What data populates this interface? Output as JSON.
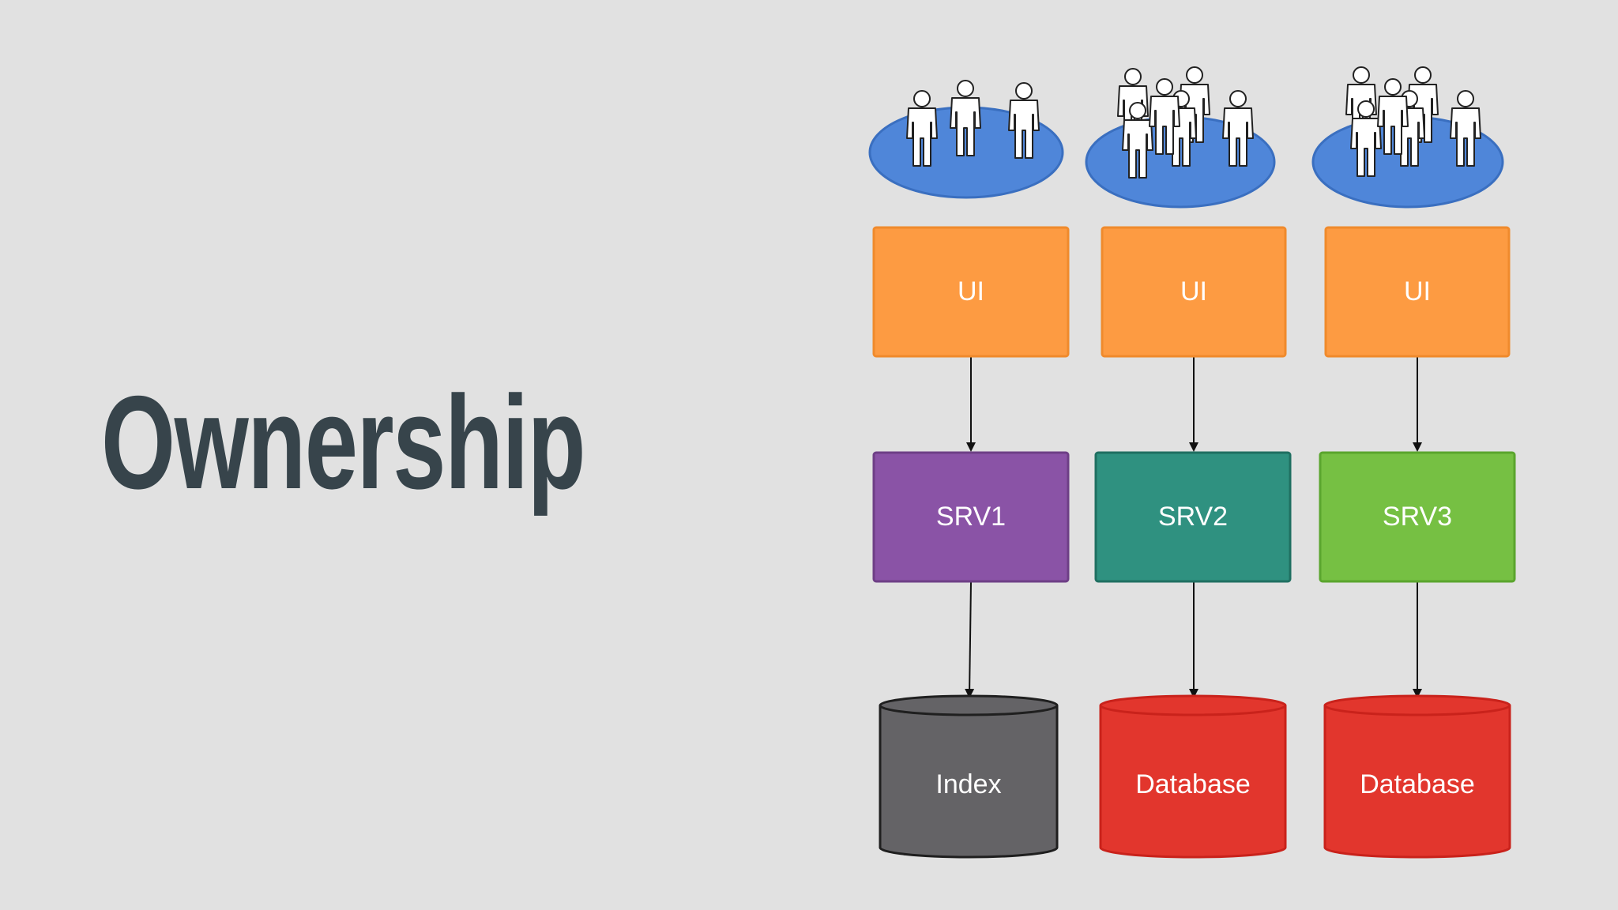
{
  "slide": {
    "title": "Ownership"
  },
  "diagram": {
    "columns": [
      {
        "user_group": {
          "people": 3,
          "fill": "#4f86d9",
          "stroke": "#3a6fc0"
        },
        "ui": {
          "label": "UI",
          "fill": "#fd9b42",
          "stroke": "#f08a2c"
        },
        "service": {
          "label": "SRV1",
          "fill": "#8a53a6",
          "stroke": "#6e3f86"
        },
        "store": {
          "label": "Index",
          "fill": "#646366",
          "stroke": "#1f1f1f"
        }
      },
      {
        "user_group": {
          "people": 6,
          "fill": "#4f86d9",
          "stroke": "#3a6fc0"
        },
        "ui": {
          "label": "UI",
          "fill": "#fd9b42",
          "stroke": "#f08a2c"
        },
        "service": {
          "label": "SRV2",
          "fill": "#2f9180",
          "stroke": "#1f6f61"
        },
        "store": {
          "label": "Database",
          "fill": "#e2362d",
          "stroke": "#c9221b"
        }
      },
      {
        "user_group": {
          "people": 6,
          "fill": "#4f86d9",
          "stroke": "#3a6fc0"
        },
        "ui": {
          "label": "UI",
          "fill": "#fd9b42",
          "stroke": "#f08a2c"
        },
        "service": {
          "label": "SRV3",
          "fill": "#76c043",
          "stroke": "#5aa52d"
        },
        "store": {
          "label": "Database",
          "fill": "#e2362d",
          "stroke": "#c9221b"
        }
      }
    ],
    "edges": [
      {
        "from": "ui-1",
        "to": "srv1"
      },
      {
        "from": "ui-2",
        "to": "srv2"
      },
      {
        "from": "ui-3",
        "to": "srv3"
      },
      {
        "from": "srv1",
        "to": "index"
      },
      {
        "from": "srv2",
        "to": "database-2"
      },
      {
        "from": "srv3",
        "to": "database-3"
      }
    ]
  }
}
